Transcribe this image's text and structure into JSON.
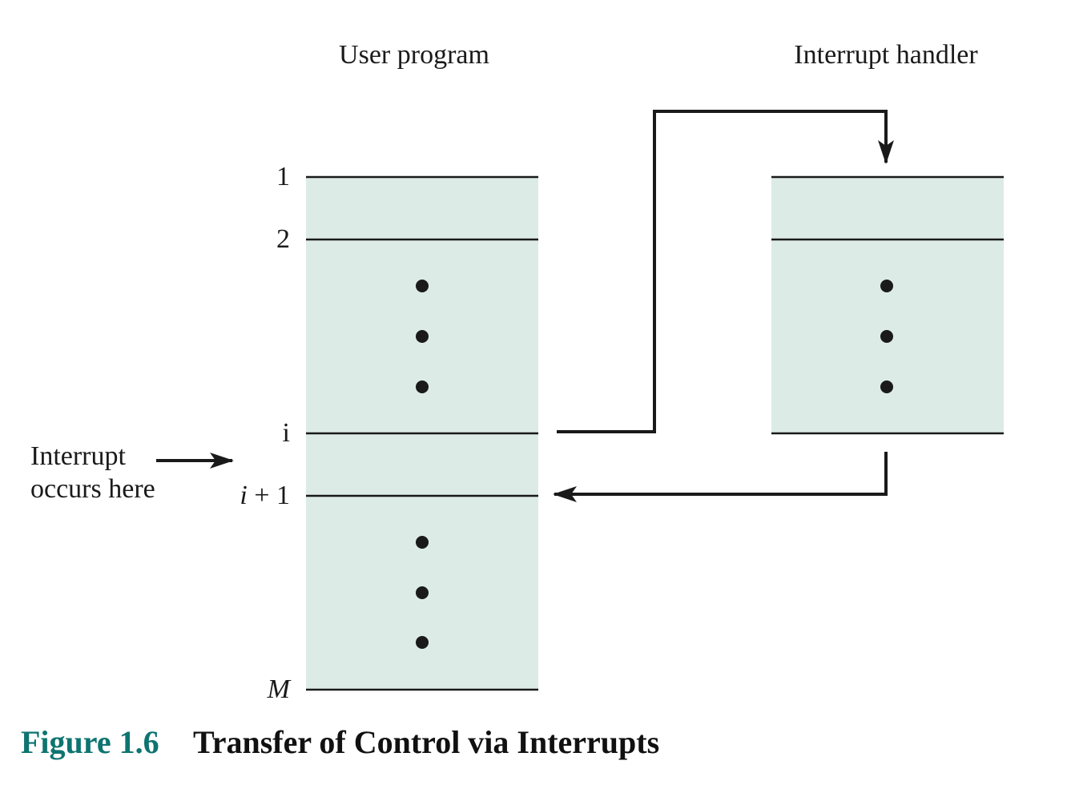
{
  "column_titles": {
    "user_program": "User program",
    "interrupt_handler": "Interrupt handler"
  },
  "user_program_labels": {
    "line_1": "1",
    "line_2": "2",
    "line_i": "i",
    "line_i_plus_1_var": "i",
    "line_i_plus_1_rest": " + 1",
    "line_m": "M"
  },
  "interrupt_note": {
    "line1": "Interrupt",
    "line2": "occurs here"
  },
  "caption": {
    "number": "Figure 1.6",
    "title": "Transfer of Control via Interrupts"
  },
  "colors": {
    "block_fill": "#dcebe6",
    "line": "#1a1a1a",
    "caption_accent": "#0e7470"
  },
  "icons": {
    "ellipsis": "vertical-ellipsis-dots",
    "arrow": "arrowhead"
  }
}
